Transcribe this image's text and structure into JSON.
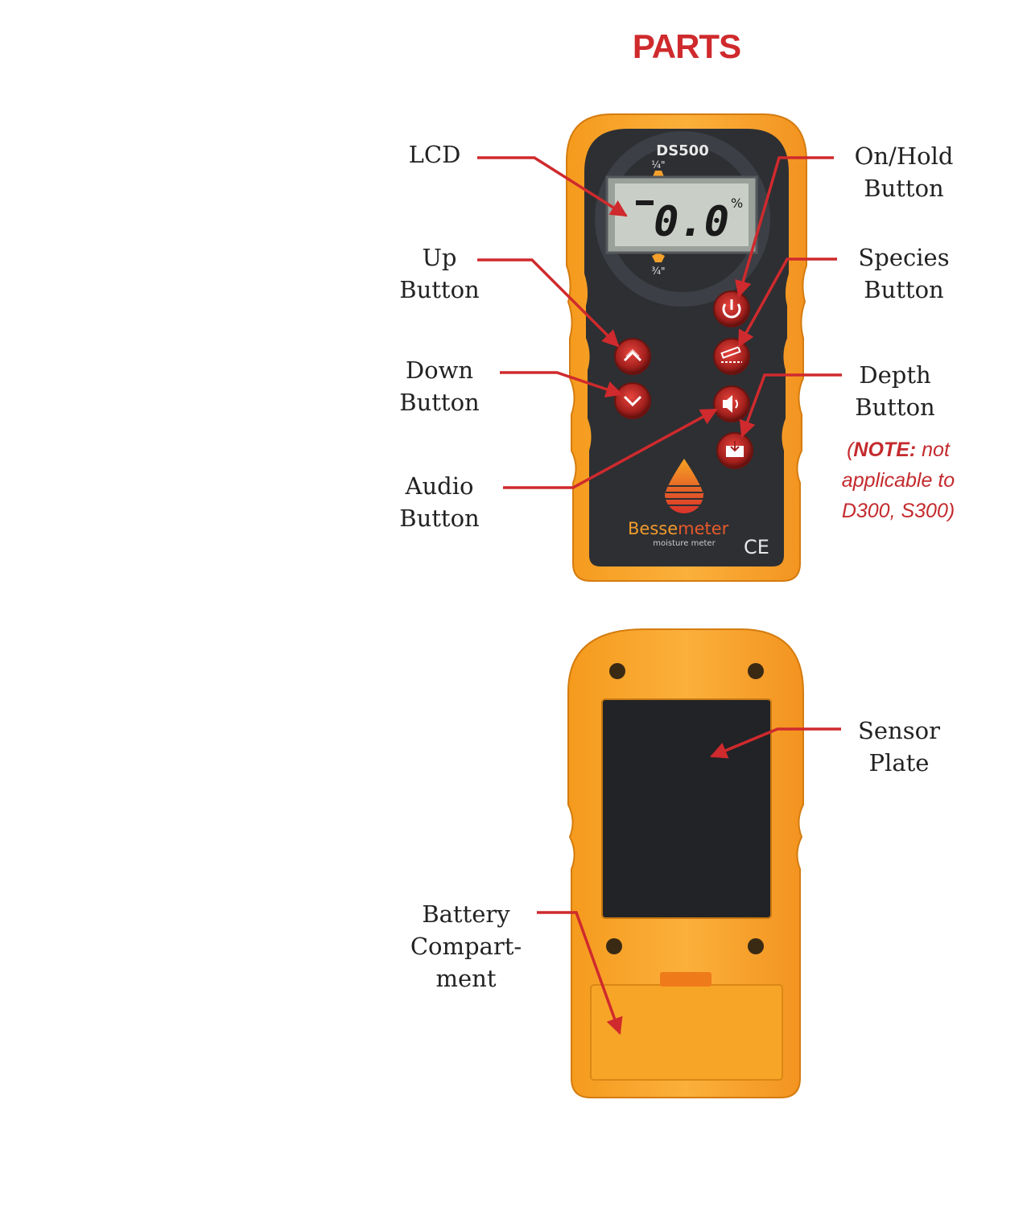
{
  "title": "PARTS",
  "device": {
    "model": "DS500",
    "depth_top": "¼\"",
    "depth_bottom": "¾\"",
    "lcd_reading": "0.0",
    "lcd_unit": "%",
    "brand_part1": "Besse",
    "brand_part2": "meter",
    "brand_sub": "moisture meter",
    "ce_mark": "CE"
  },
  "labels": {
    "lcd": "LCD",
    "on_hold": [
      "On/Hold",
      "Button"
    ],
    "up": [
      "Up",
      "Button"
    ],
    "species": [
      "Species",
      "Button"
    ],
    "down": [
      "Down",
      "Button"
    ],
    "depth": [
      "Depth",
      "Button"
    ],
    "audio": [
      "Audio",
      "Button"
    ],
    "sensor": [
      "Sensor",
      "Plate"
    ],
    "battery": [
      "Battery",
      "Compart-",
      "ment"
    ]
  },
  "note": {
    "open": "(",
    "bold": "NOTE:",
    "line1_rest": " not",
    "line2": "applicable to",
    "line3": "D300, S300)"
  },
  "colors": {
    "accent_red": "#cf2a2d",
    "body_orange": "#f8a52a",
    "face_dark": "#2d2f33"
  }
}
